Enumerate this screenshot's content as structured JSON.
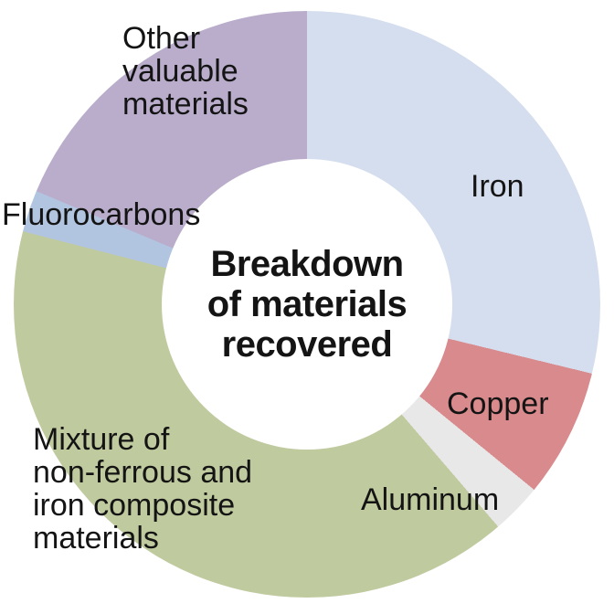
{
  "chart_data": {
    "type": "pie",
    "variant": "donut",
    "title": "Breakdown of materials recovered",
    "title_lines": [
      "Breakdown",
      "of materials",
      "recovered"
    ],
    "start_angle_deg": 0,
    "direction": "clockwise",
    "legend": "none",
    "labels_on_chart": true,
    "inner_radius_ratio": 0.5,
    "segments": [
      {
        "label": "Iron",
        "label_lines": [
          "Iron"
        ],
        "value_pct": 28.8,
        "color": "#d5deee"
      },
      {
        "label": "Copper",
        "label_lines": [
          "Copper"
        ],
        "value_pct": 7.1,
        "color": "#d98a8c"
      },
      {
        "label": "Aluminum",
        "label_lines": [
          "Aluminum"
        ],
        "value_pct": 2.8,
        "color": "#e8e8e8"
      },
      {
        "label": "Mixture of non-ferrous and iron composite materials",
        "label_lines": [
          "Mixture of",
          "non-ferrous and",
          "iron composite",
          "materials"
        ],
        "value_pct": 40.3,
        "color": "#c0ca9f"
      },
      {
        "label": "Fluorocarbons",
        "label_lines": [
          "Fluorocarbons"
        ],
        "value_pct": 2.3,
        "color": "#b2c5e0"
      },
      {
        "label": "Other valuable materials",
        "label_lines": [
          "Other",
          "valuable",
          "materials"
        ],
        "value_pct": 18.7,
        "color": "#b9adcb"
      }
    ],
    "text_color": "#141414",
    "background_color": "#ffffff"
  }
}
